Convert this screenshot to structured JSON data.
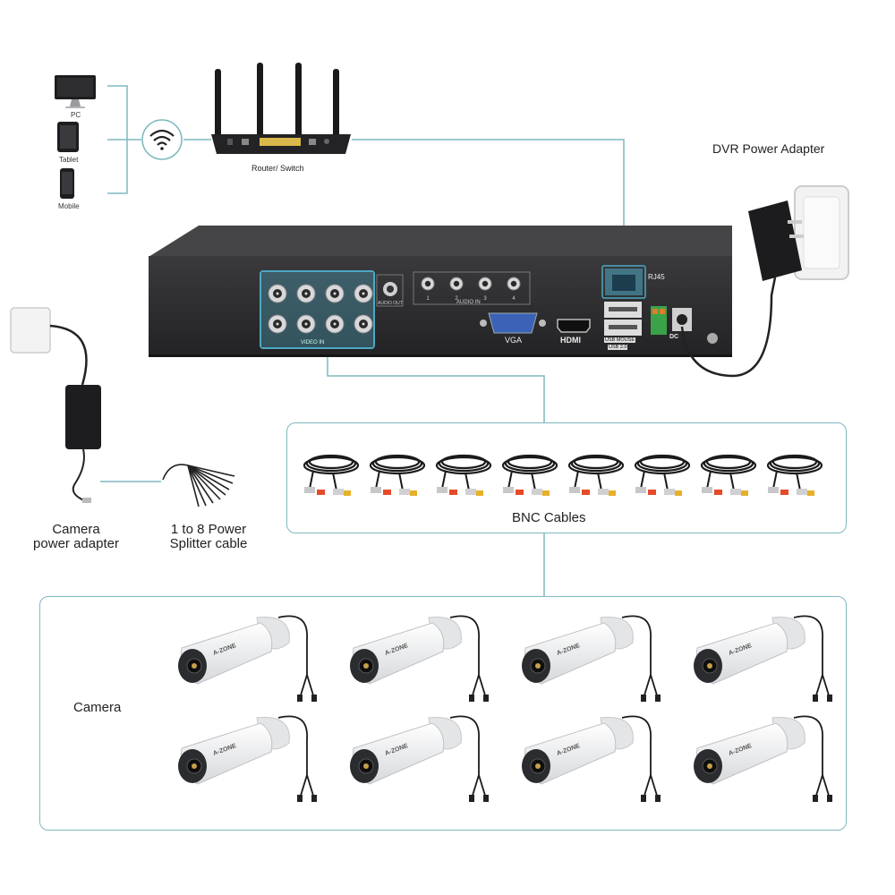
{
  "devices": {
    "pc": "PC",
    "tablet": "Tablet",
    "mobile": "Mobile"
  },
  "router": {
    "label": "Router/ Switch"
  },
  "dvr_power": {
    "label": "DVR Power Adapter"
  },
  "dvr": {
    "video_in": "VIDEO IN",
    "audio_out": "AUDIO OUT",
    "audio_in": "AUDIO IN",
    "audio_in_ports": [
      "1",
      "2",
      "3",
      "4"
    ],
    "vga": "VGA",
    "hdmi": "HDMI",
    "rj45": "RJ45",
    "usb_mouse": "USB MOUSE",
    "usb": "USB 2.0",
    "dc": "DC"
  },
  "camera_power": {
    "line1": "Camera",
    "line2": "power adapter"
  },
  "splitter": {
    "line1": "1 to 8 Power",
    "line2": "Splitter cable"
  },
  "bnc": {
    "label": "BNC Cables",
    "count": 8
  },
  "cameras": {
    "label": "Camera",
    "count": 8,
    "brand": "A-ZONE"
  },
  "colors": {
    "accent": "#7fb8c0",
    "dvr": "#2b2b2d",
    "highlight": "#4da9c4"
  }
}
